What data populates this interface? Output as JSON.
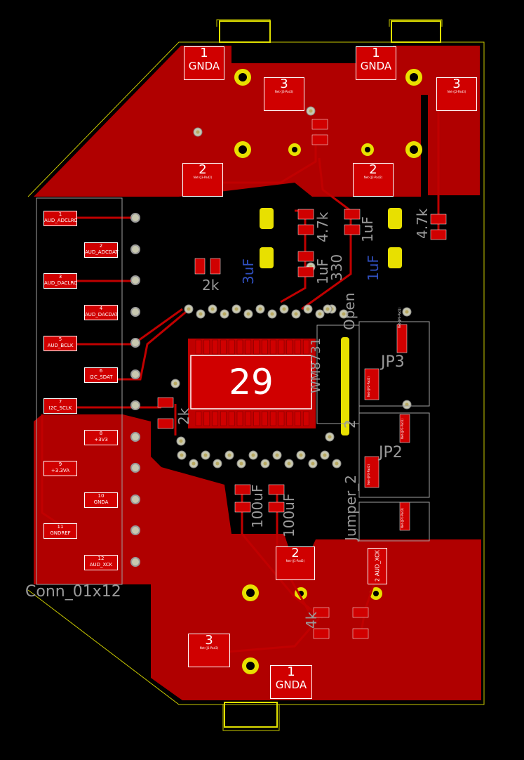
{
  "colors": {
    "background": "#000000",
    "copper": "#c00000",
    "copper_dark": "#9e0000",
    "pad": "#d20000",
    "via": "#c8c8b0",
    "via_hole": "#b8a860",
    "yellow": "#e8e000",
    "silk": "#a0a0a0",
    "outline": "#c8c800",
    "blue": "#2040c0"
  },
  "jacks": {
    "top_left": {
      "pin1": "1",
      "pin1_net": "GNDA",
      "pin3": "3",
      "pin3_net": "Net-(J3-Pad3)",
      "pin2": "2",
      "pin2_net": "Net-(J3-Pad2)"
    },
    "top_right": {
      "pin1": "1",
      "pin1_net": "GNDA",
      "pin3": "3",
      "pin3_net": "Net-(J2-Pad3)",
      "pin2": "2",
      "pin2_net": "Net-(J2-Pad2)"
    },
    "bottom": {
      "pin1": "1",
      "pin1_net": "GNDA",
      "pin3": "3",
      "pin3_net": "Net-(J1-Pad3)",
      "pin2": "2",
      "pin2_net": "Net-(J1-Pad2)"
    }
  },
  "connector": {
    "ref": "Conn_01x12",
    "pins": [
      {
        "num": "1",
        "net": "AUD_ADCLRC"
      },
      {
        "num": "2",
        "net": "AUD_ADCDAT"
      },
      {
        "num": "3",
        "net": "AUD_DACLRC"
      },
      {
        "num": "4",
        "net": "AUD_DACDAT"
      },
      {
        "num": "5",
        "net": "AUD_BCLK"
      },
      {
        "num": "6",
        "net": "I2C_SDAT"
      },
      {
        "num": "7",
        "net": "I2C_SCLK"
      },
      {
        "num": "8",
        "net": "+3V3"
      },
      {
        "num": "9",
        "net": "+3.3VA"
      },
      {
        "num": "10",
        "net": "GNDA"
      },
      {
        "num": "11",
        "net": "GNDREF"
      },
      {
        "num": "12",
        "net": "AUD_XCK"
      }
    ]
  },
  "ic": {
    "pad": "29",
    "ref": "WM8731"
  },
  "silkscreen": {
    "r_4k7_a": "4.7k",
    "r_4k7_b": "4.7k",
    "c_1uf_a": "1uF",
    "c_1uf_b": "1uF",
    "r_330": "330",
    "c_3uf": "3uF",
    "c_1uf_c": "1uF",
    "r_2k_top": "2k",
    "r_2k_left": "2k",
    "c_100uf_a": "100uF",
    "c_100uf_b": "100uF",
    "jumper_open": "Open",
    "jumper_label": "Jumper_2",
    "jumper_2": "2",
    "jp3": "JP3",
    "jp2": "JP2",
    "r_4k": "4k"
  },
  "aud_xck_pad": {
    "num": "2",
    "net": "AUD_XCK"
  },
  "jp_nets": {
    "jp3_a": "Net-(JP3-Pad1)",
    "jp2_a": "Net-(JP2-Pad1)",
    "jp2_b": "Net-(JP2-Pad2)",
    "jp1_a": "Net-(JP1-Pad2)",
    "r_top": "Net-(JP3-Pad2)"
  }
}
